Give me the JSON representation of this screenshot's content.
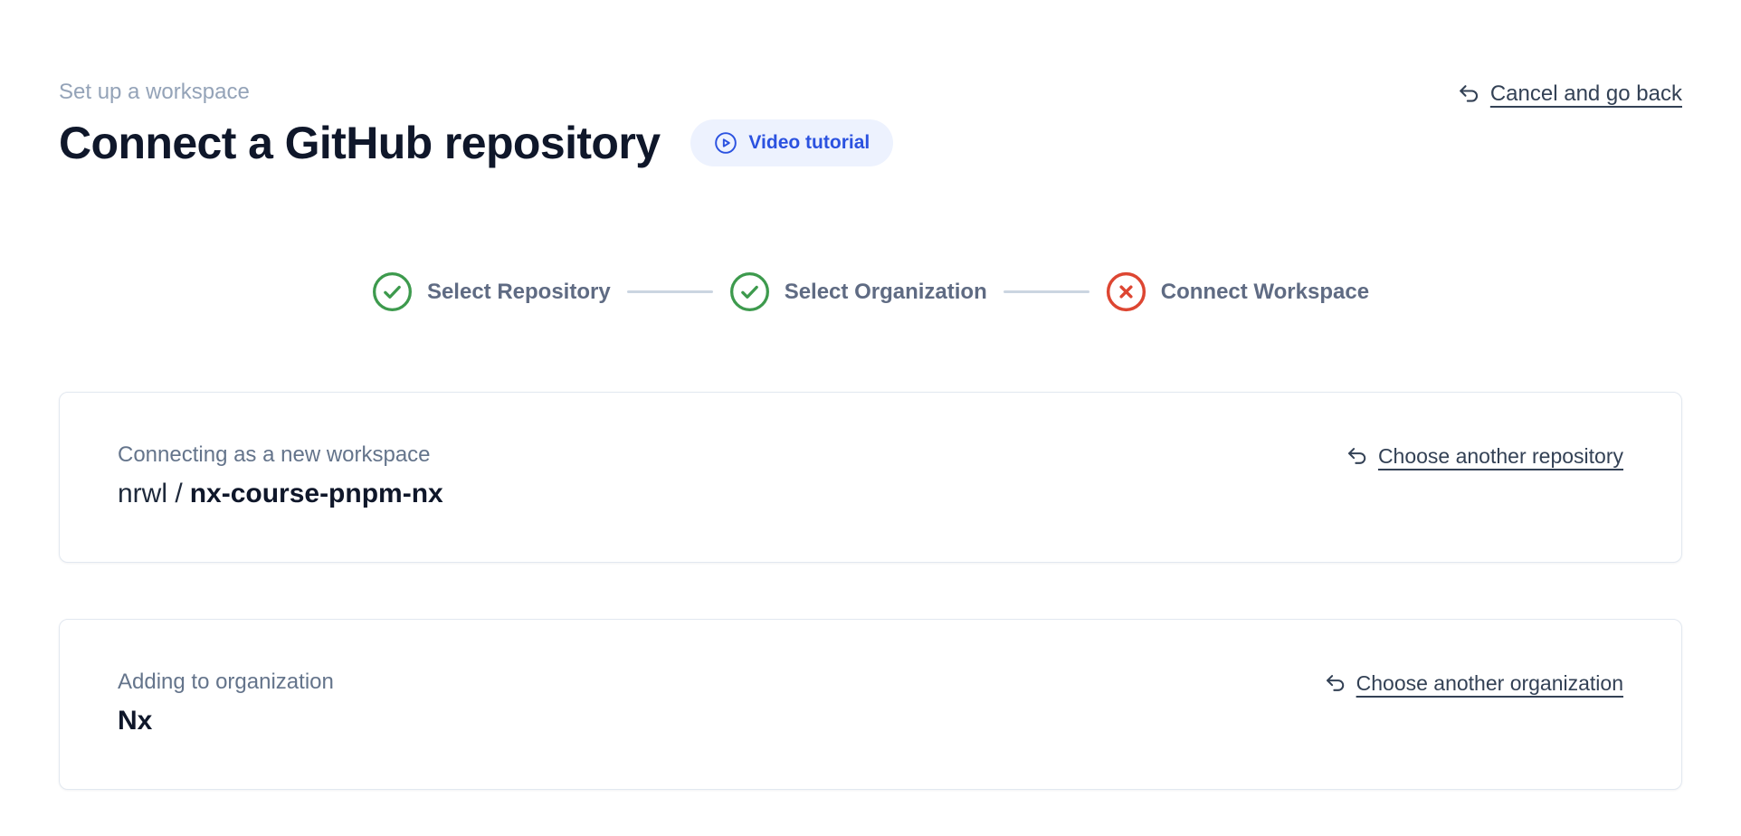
{
  "page": {
    "eyebrow": "Set up a workspace",
    "title": "Connect a GitHub repository"
  },
  "header": {
    "video_tutorial": {
      "label": "Video tutorial",
      "icon": "play-circle-icon"
    },
    "cancel": {
      "label": "Cancel and go back",
      "icon": "undo-arrow-icon"
    }
  },
  "stepper": {
    "steps": [
      {
        "label": "Select Repository",
        "status": "complete",
        "icon": "check-circle-icon"
      },
      {
        "label": "Select Organization",
        "status": "complete",
        "icon": "check-circle-icon"
      },
      {
        "label": "Connect Workspace",
        "status": "error",
        "icon": "x-circle-icon"
      }
    ]
  },
  "cards": {
    "repository": {
      "label": "Connecting as a new workspace",
      "owner": "nrwl /",
      "name": "nx-course-pnpm-nx",
      "action": {
        "label": "Choose another repository",
        "icon": "undo-arrow-icon"
      }
    },
    "organization": {
      "label": "Adding to organization",
      "name": "Nx",
      "action": {
        "label": "Choose another organization",
        "icon": "undo-arrow-icon"
      }
    }
  },
  "colors": {
    "accent_blue": "#2b52e0",
    "accent_blue_bg": "#edf2fe",
    "success_green": "#3d9a4d",
    "error_red": "#dd4632",
    "link_slate": "#334155",
    "muted_slate": "#94a3b8",
    "step_label": "#5f6b83",
    "card_border": "#e2e8f0",
    "connector_line": "#cbd5e1",
    "heading": "#0f172a"
  }
}
